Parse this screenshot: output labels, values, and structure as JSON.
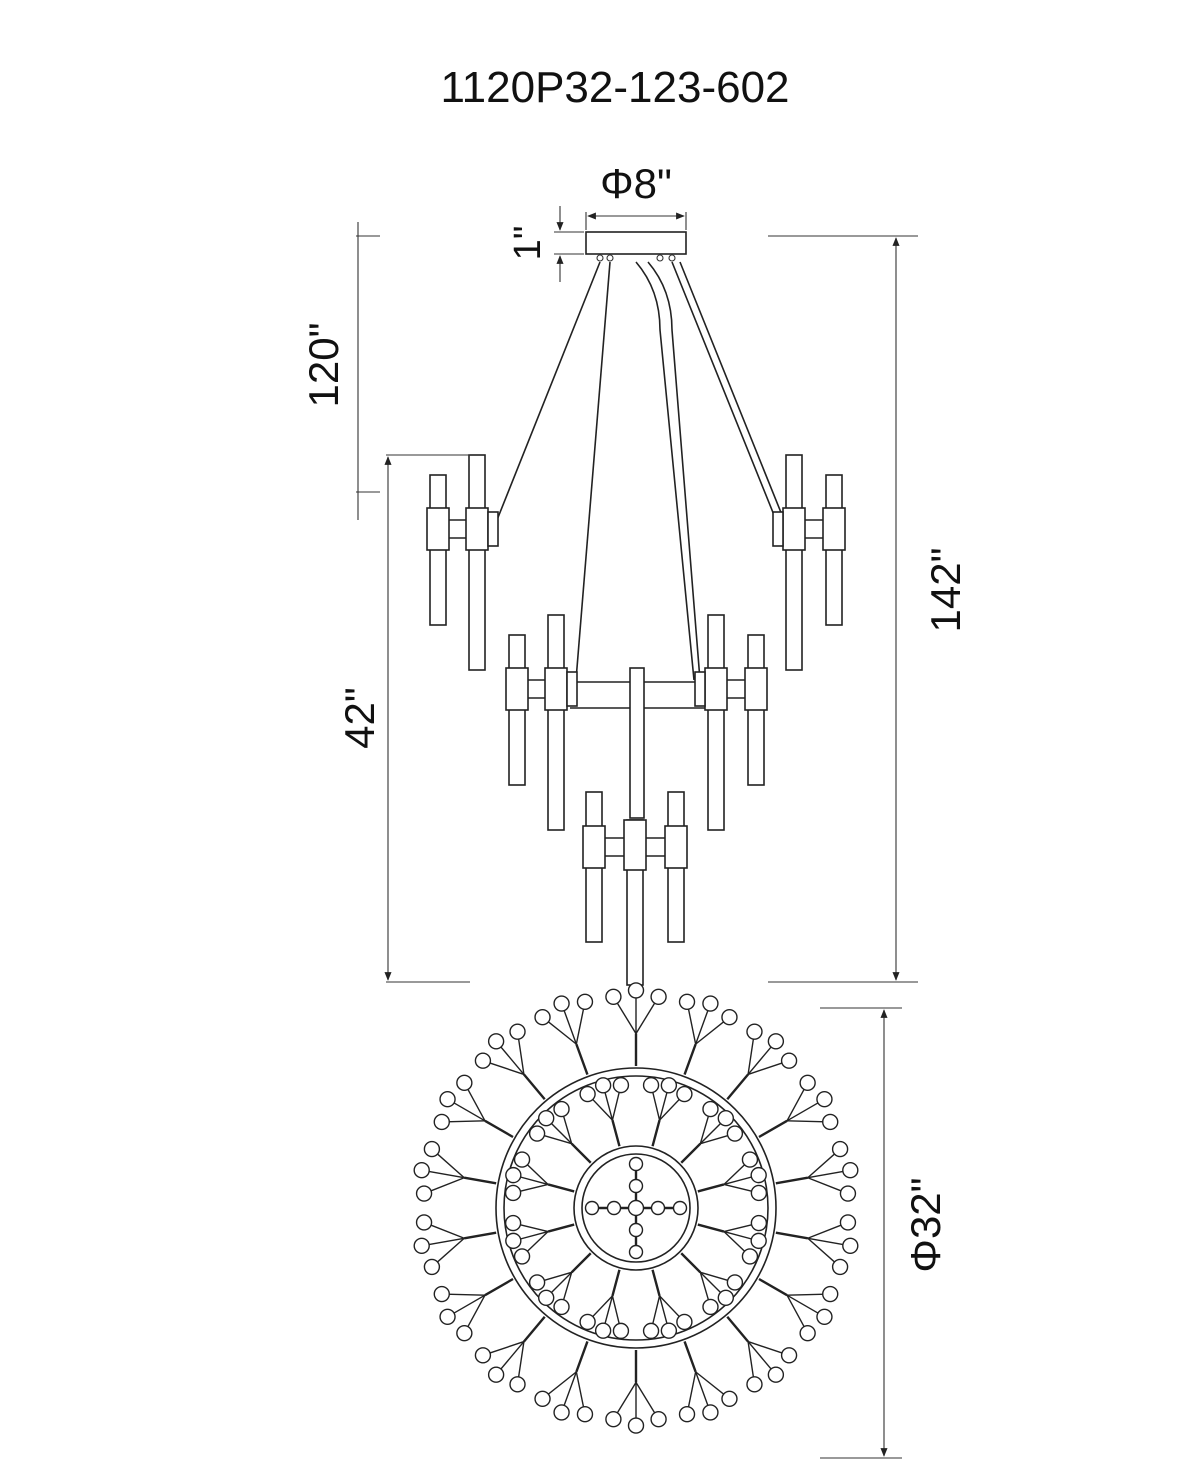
{
  "model_number": "1120P32-123-602",
  "dimensions": {
    "canopy_diameter": "Φ8\"",
    "canopy_height": "1\"",
    "chain_length": "120\"",
    "fixture_height": "42\"",
    "overall_height": "142\"",
    "fixture_diameter": "Φ32\""
  },
  "colors": {
    "line": "#222222",
    "background": "#ffffff"
  }
}
